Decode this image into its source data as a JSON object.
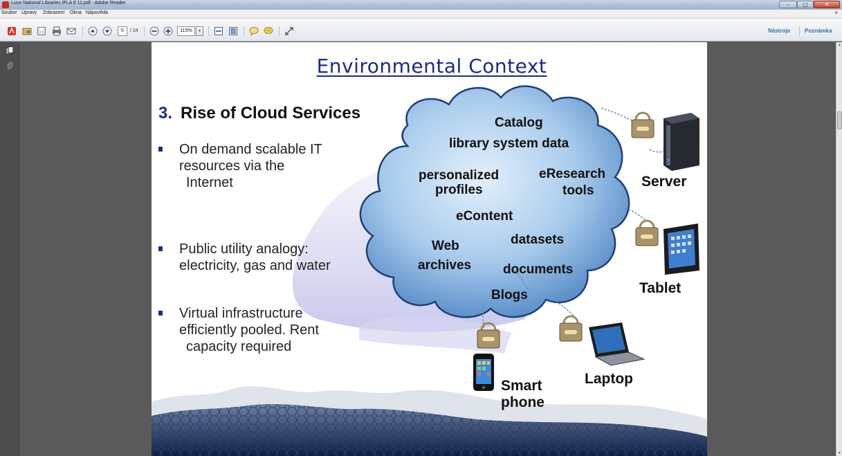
{
  "window": {
    "title": "Luce National Libraries IFLA 8 11.pdf - Adobe Reader",
    "controls": {
      "minimize": "–",
      "maximize": "□",
      "close": "✕"
    }
  },
  "menu": {
    "items": [
      "Soubor",
      "Úpravy",
      "Zobrazení",
      "Okna",
      "Nápověda"
    ],
    "close_glyph": "×"
  },
  "toolbar": {
    "page_current": "5",
    "page_total": "/ 24",
    "zoom": "115%",
    "zoom_arrow": "▾",
    "right_tools": "Nástroje",
    "right_comment": "Poznámka",
    "icons": [
      "create-pdf-icon",
      "open-icon",
      "save-icon",
      "print-icon",
      "email-icon",
      "prev-page-icon",
      "next-page-icon",
      "zoom-out-icon",
      "zoom-in-icon",
      "fit-width-icon",
      "fit-page-icon",
      "comment-icon",
      "highlight-icon",
      "fullscreen-icon"
    ]
  },
  "slide": {
    "title": "Environmental Context",
    "heading_num": "3.",
    "heading": "Rise of Cloud Services",
    "bullets": [
      {
        "lines": [
          "On demand scalable IT",
          "resources via the",
          " Internet"
        ]
      },
      {
        "lines": [
          "Public utility analogy:",
          "electricity, gas and water"
        ]
      },
      {
        "lines": [
          "Virtual infrastructure",
          "efficiently pooled. Rent",
          " capacity required"
        ]
      }
    ],
    "cloud": {
      "catalog": "Catalog",
      "library": "library system data",
      "personalized": "personalized",
      "profiles": "profiles",
      "eresearch": "eResearch",
      "tools": "tools",
      "econtent": "eContent",
      "web": "Web",
      "archives": "archives",
      "datasets": "datasets",
      "documents": "documents",
      "blogs": "Blogs"
    },
    "devices": {
      "server": "Server",
      "tablet": "Tablet",
      "laptop": "Laptop",
      "smart": "Smart",
      "phone": "phone"
    }
  },
  "colors": {
    "title_blue": "#1a2a8c",
    "cloud_fill": "#9fc3e8",
    "page_bg": "#5a5a5a"
  }
}
